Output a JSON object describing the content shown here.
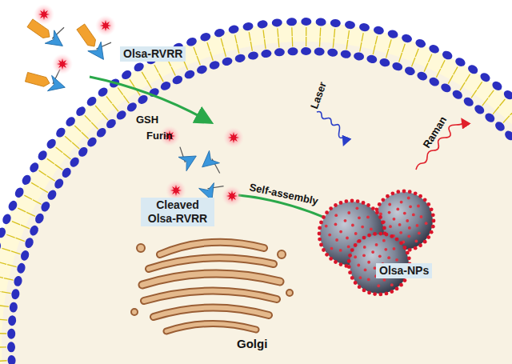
{
  "diagram": {
    "nodes": [
      {
        "text": [
          "Olsa-RVRR"
        ]
      },
      {
        "text": [
          "Cleaved Olsa-RVRR"
        ]
      },
      {
        "text": [
          "Olsa-NPs"
        ]
      }
    ],
    "labels": [
      "GSH",
      "Furin",
      "Self-assembly",
      "Laser",
      "Raman",
      "Golgi"
    ]
  }
}
